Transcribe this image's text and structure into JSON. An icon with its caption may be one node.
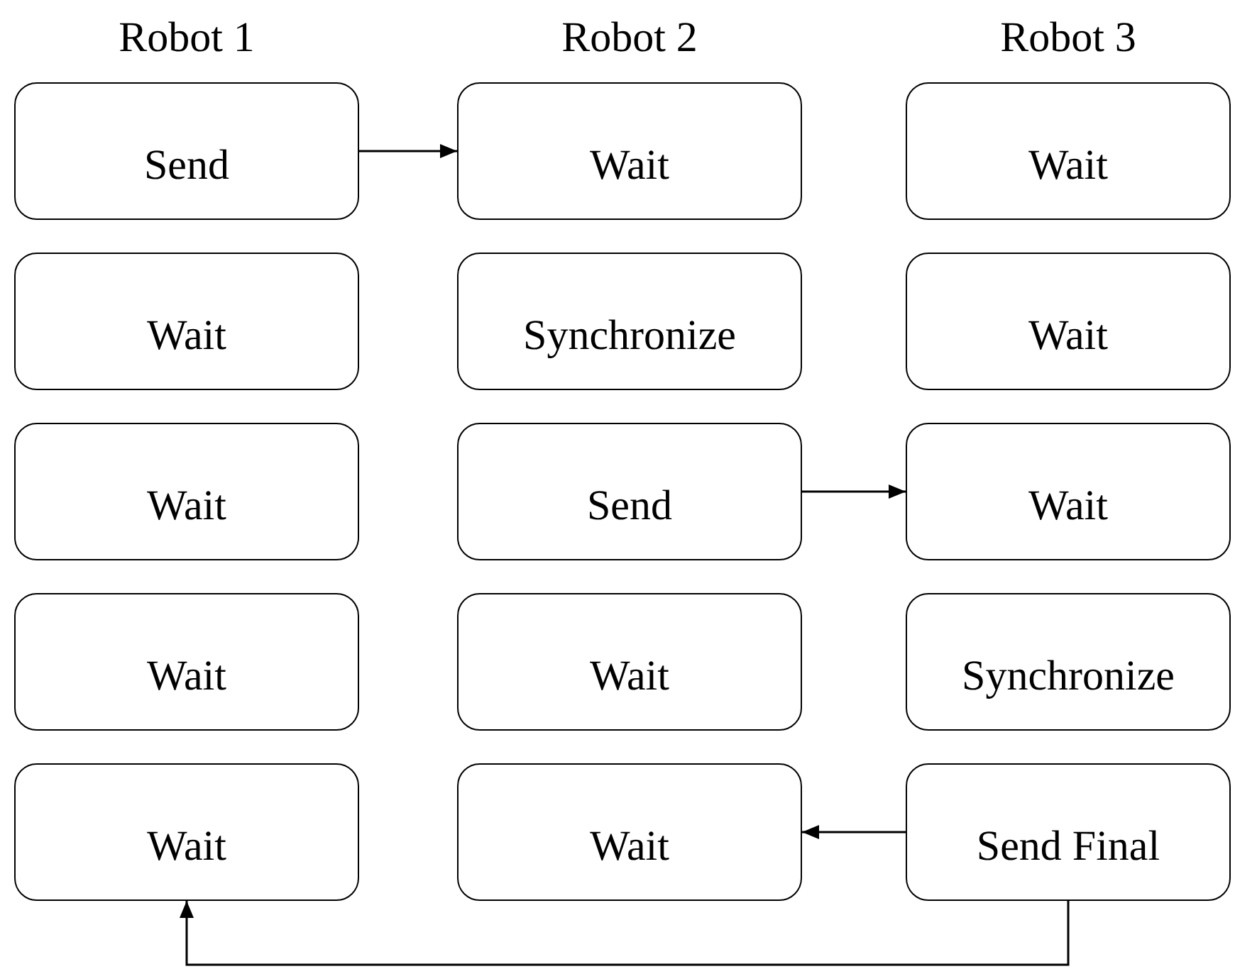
{
  "diagram": {
    "nodes": [
      {
        "text": [
          "Send"
        ]
      },
      {
        "text": [
          "Wait"
        ]
      },
      {
        "text": [
          "Wait"
        ]
      },
      {
        "text": [
          "Wait"
        ]
      },
      {
        "text": [
          "Synchronize"
        ]
      },
      {
        "text": [
          "Wait"
        ]
      },
      {
        "text": [
          "Wait"
        ]
      },
      {
        "text": [
          "Send"
        ]
      },
      {
        "text": [
          "Wait"
        ]
      },
      {
        "text": [
          "Wait"
        ]
      },
      {
        "text": [
          "Wait"
        ]
      },
      {
        "text": [
          "Synchronize"
        ]
      },
      {
        "text": [
          "Wait"
        ]
      },
      {
        "text": [
          "Wait"
        ]
      },
      {
        "text": [
          "Send Final"
        ]
      }
    ],
    "edges": [
      {
        "from": 0,
        "to": 1,
        "arrow": "to"
      },
      {
        "from": 7,
        "to": 8,
        "arrow": "to"
      },
      {
        "from": 14,
        "to": 13,
        "arrow": "to"
      },
      {
        "from": 14,
        "to": 12,
        "arrow": "to"
      }
    ],
    "labels": [
      "Robot 1",
      "Robot 2",
      "Robot 3"
    ]
  }
}
